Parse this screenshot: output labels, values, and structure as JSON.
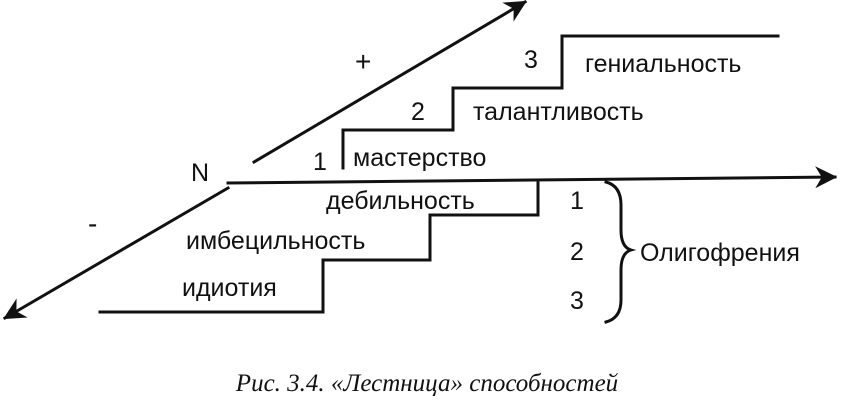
{
  "diagram": {
    "origin_label": "N",
    "plus_sign": "+",
    "minus_sign": "-",
    "upper_steps": [
      {
        "number": "1",
        "label": "мастерство"
      },
      {
        "number": "2",
        "label": "талантливость"
      },
      {
        "number": "3",
        "label": "гениальность"
      }
    ],
    "lower_steps": [
      {
        "label": "дебильность",
        "number": "1"
      },
      {
        "label": "имбецильность",
        "number": "2"
      },
      {
        "label": "идиотия",
        "number": "3"
      }
    ],
    "group_label": "Олигофрения",
    "caption": "Рис. 3.4. «Лестница» способностей"
  }
}
